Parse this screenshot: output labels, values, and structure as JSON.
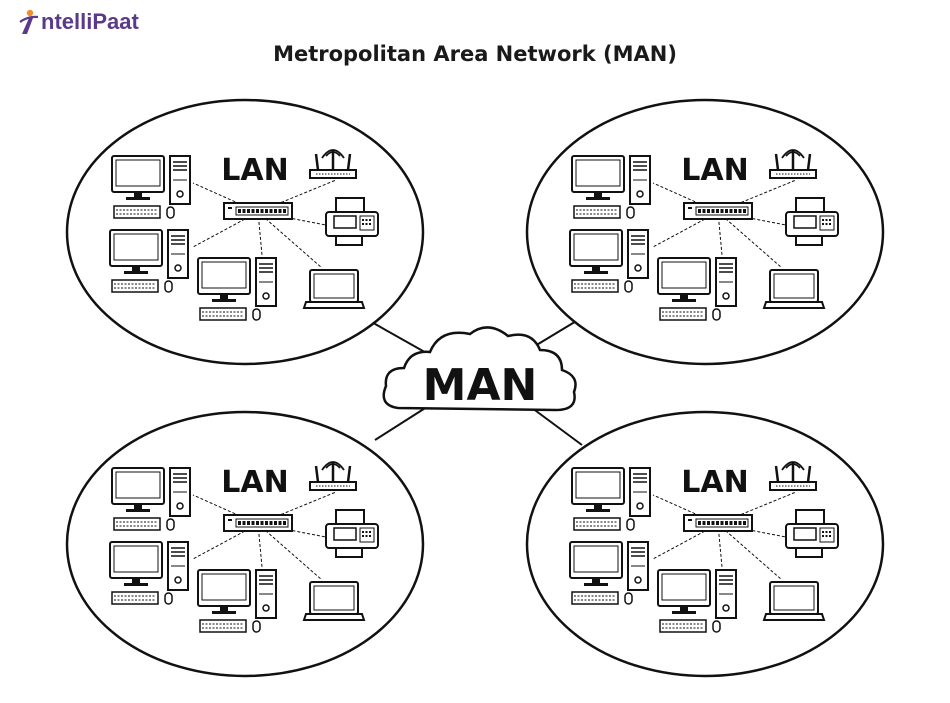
{
  "logo": {
    "text": "ntelliPaat",
    "mark_color": "#5b3a8a",
    "accent_color": "#f28c28"
  },
  "title": "Metropolitan Area Network (MAN)",
  "man_label": "MAN",
  "lans": [
    {
      "label": "LAN"
    },
    {
      "label": "LAN"
    },
    {
      "label": "LAN"
    },
    {
      "label": "LAN"
    }
  ],
  "devices_per_lan": [
    "desktop-computer",
    "desktop-computer",
    "desktop-computer",
    "wireless-router",
    "network-switch",
    "printer",
    "laptop"
  ]
}
